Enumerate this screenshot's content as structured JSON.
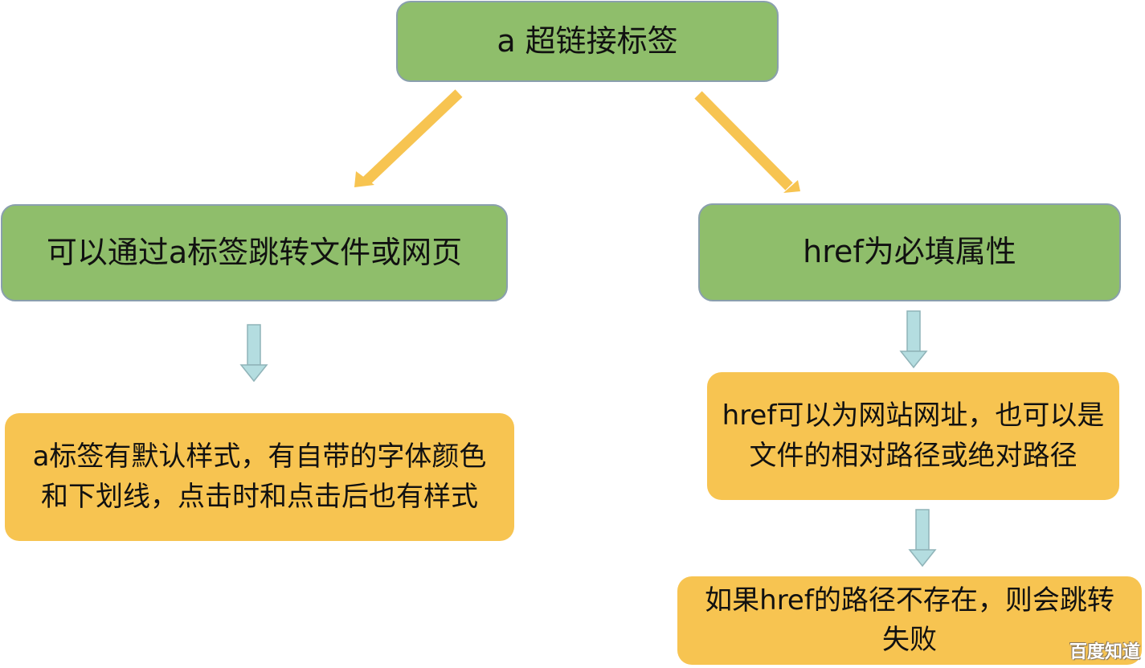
{
  "root": {
    "label": "a 超链接标签"
  },
  "left": {
    "node1": "可以通过a标签跳转文件或网页",
    "node2": "a标签有默认样式，有自带的字体颜色和下划线，点击时和点击后也有样式"
  },
  "right": {
    "node1": "href为必填属性",
    "node2": "href可以为网站网址，也可以是文件的相对路径或绝对路径",
    "node3": "如果href的路径不存在，则会跳转失败"
  },
  "watermark": "百度知道",
  "colors": {
    "green": "#8fbe6b",
    "orange": "#f7c451",
    "arrow_main": "#f7c451",
    "arrow_sub": "#b4dde0"
  }
}
